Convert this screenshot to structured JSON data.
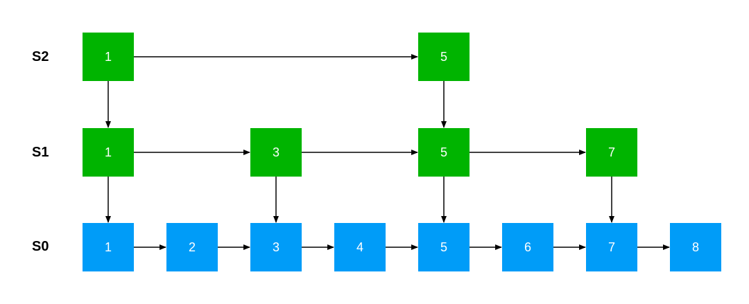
{
  "colors": {
    "upper_level_node": "#00b400",
    "base_level_node": "#009cf8",
    "arrow": "#000000",
    "node_text": "#ffffff",
    "label_text": "#000000"
  },
  "levels": [
    {
      "label": "S2",
      "node_color": "upper",
      "nodes": [
        "1",
        "5"
      ]
    },
    {
      "label": "S1",
      "node_color": "upper",
      "nodes": [
        "1",
        "3",
        "5",
        "7"
      ]
    },
    {
      "label": "S0",
      "node_color": "base",
      "nodes": [
        "1",
        "2",
        "3",
        "4",
        "5",
        "6",
        "7",
        "8"
      ]
    }
  ]
}
